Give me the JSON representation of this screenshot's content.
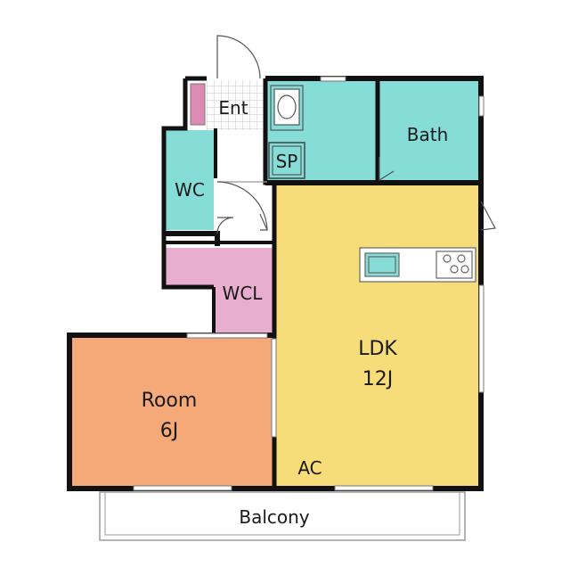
{
  "rooms": {
    "entrance": {
      "label": "Ent"
    },
    "bath": {
      "label": "Bath"
    },
    "sink_space": {
      "label": "SP"
    },
    "toilet": {
      "label": "WC"
    },
    "closet": {
      "label": "WCL"
    },
    "ldk": {
      "label": "LDK",
      "size": "12J"
    },
    "room": {
      "label": "Room",
      "size": "6J"
    },
    "balcony": {
      "label": "Balcony"
    }
  },
  "annotations": {
    "air_conditioner": "AC"
  },
  "colors": {
    "wet_area": "#86ddd7",
    "living": "#f7dd7a",
    "bedroom": "#f5a878",
    "closet": "#e8aed0",
    "shoe_box": "#dd8ab5",
    "wall": "#111111"
  }
}
